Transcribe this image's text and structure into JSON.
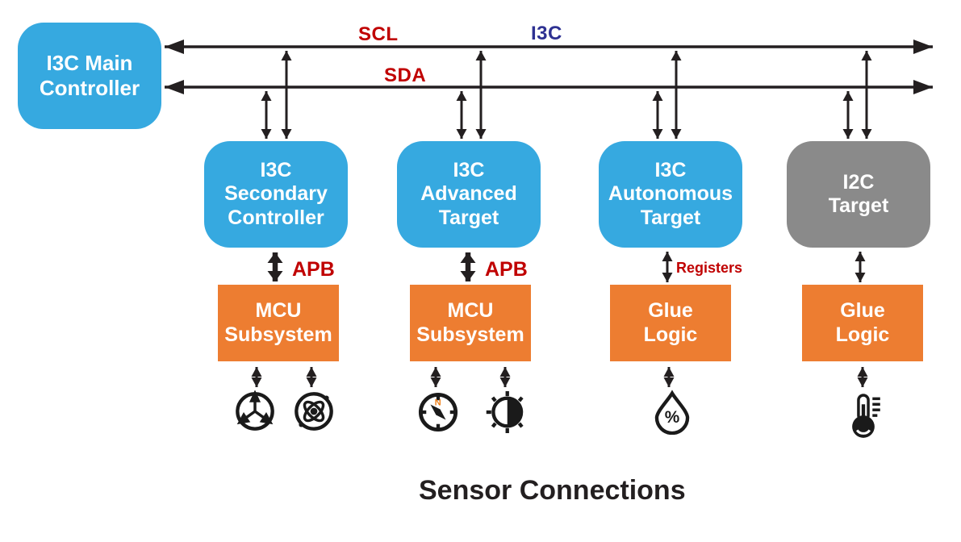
{
  "title": "Sensor Connections",
  "colors": {
    "i3c_block": "#36A9E0",
    "i2c_block": "#8A8A8A",
    "subsystem_block": "#ED7D31",
    "signal_label": "#C00000",
    "protocol_label": "#2E3192",
    "line": "#231F20"
  },
  "bus": {
    "scl_label": "SCL",
    "sda_label": "SDA",
    "protocol_label": "I3C"
  },
  "main_controller": {
    "title": "I3C Main\nController"
  },
  "row2": [
    {
      "title": "I3C\nSecondary\nController",
      "type": "i3c"
    },
    {
      "title": "I3C\nAdvanced\nTarget",
      "type": "i3c"
    },
    {
      "title": "I3C\nAutonomous\nTarget",
      "type": "i3c"
    },
    {
      "title": "I2C\nTarget",
      "type": "i2c"
    }
  ],
  "row3": [
    {
      "title": "MCU\nSubsystem"
    },
    {
      "title": "MCU\nSubsystem"
    },
    {
      "title": "Glue\nLogic"
    },
    {
      "title": "Glue\nLogic"
    }
  ],
  "interconnect_labels": {
    "apb1": "APB",
    "apb2": "APB",
    "registers": "Registers"
  },
  "sensors": [
    {
      "icon": "accelerometer-icon"
    },
    {
      "icon": "gyroscope-icon"
    },
    {
      "icon": "compass-icon",
      "label": "N"
    },
    {
      "icon": "ambient-light-icon"
    },
    {
      "icon": "humidity-icon",
      "label": "%"
    },
    {
      "icon": "thermometer-icon"
    }
  ]
}
